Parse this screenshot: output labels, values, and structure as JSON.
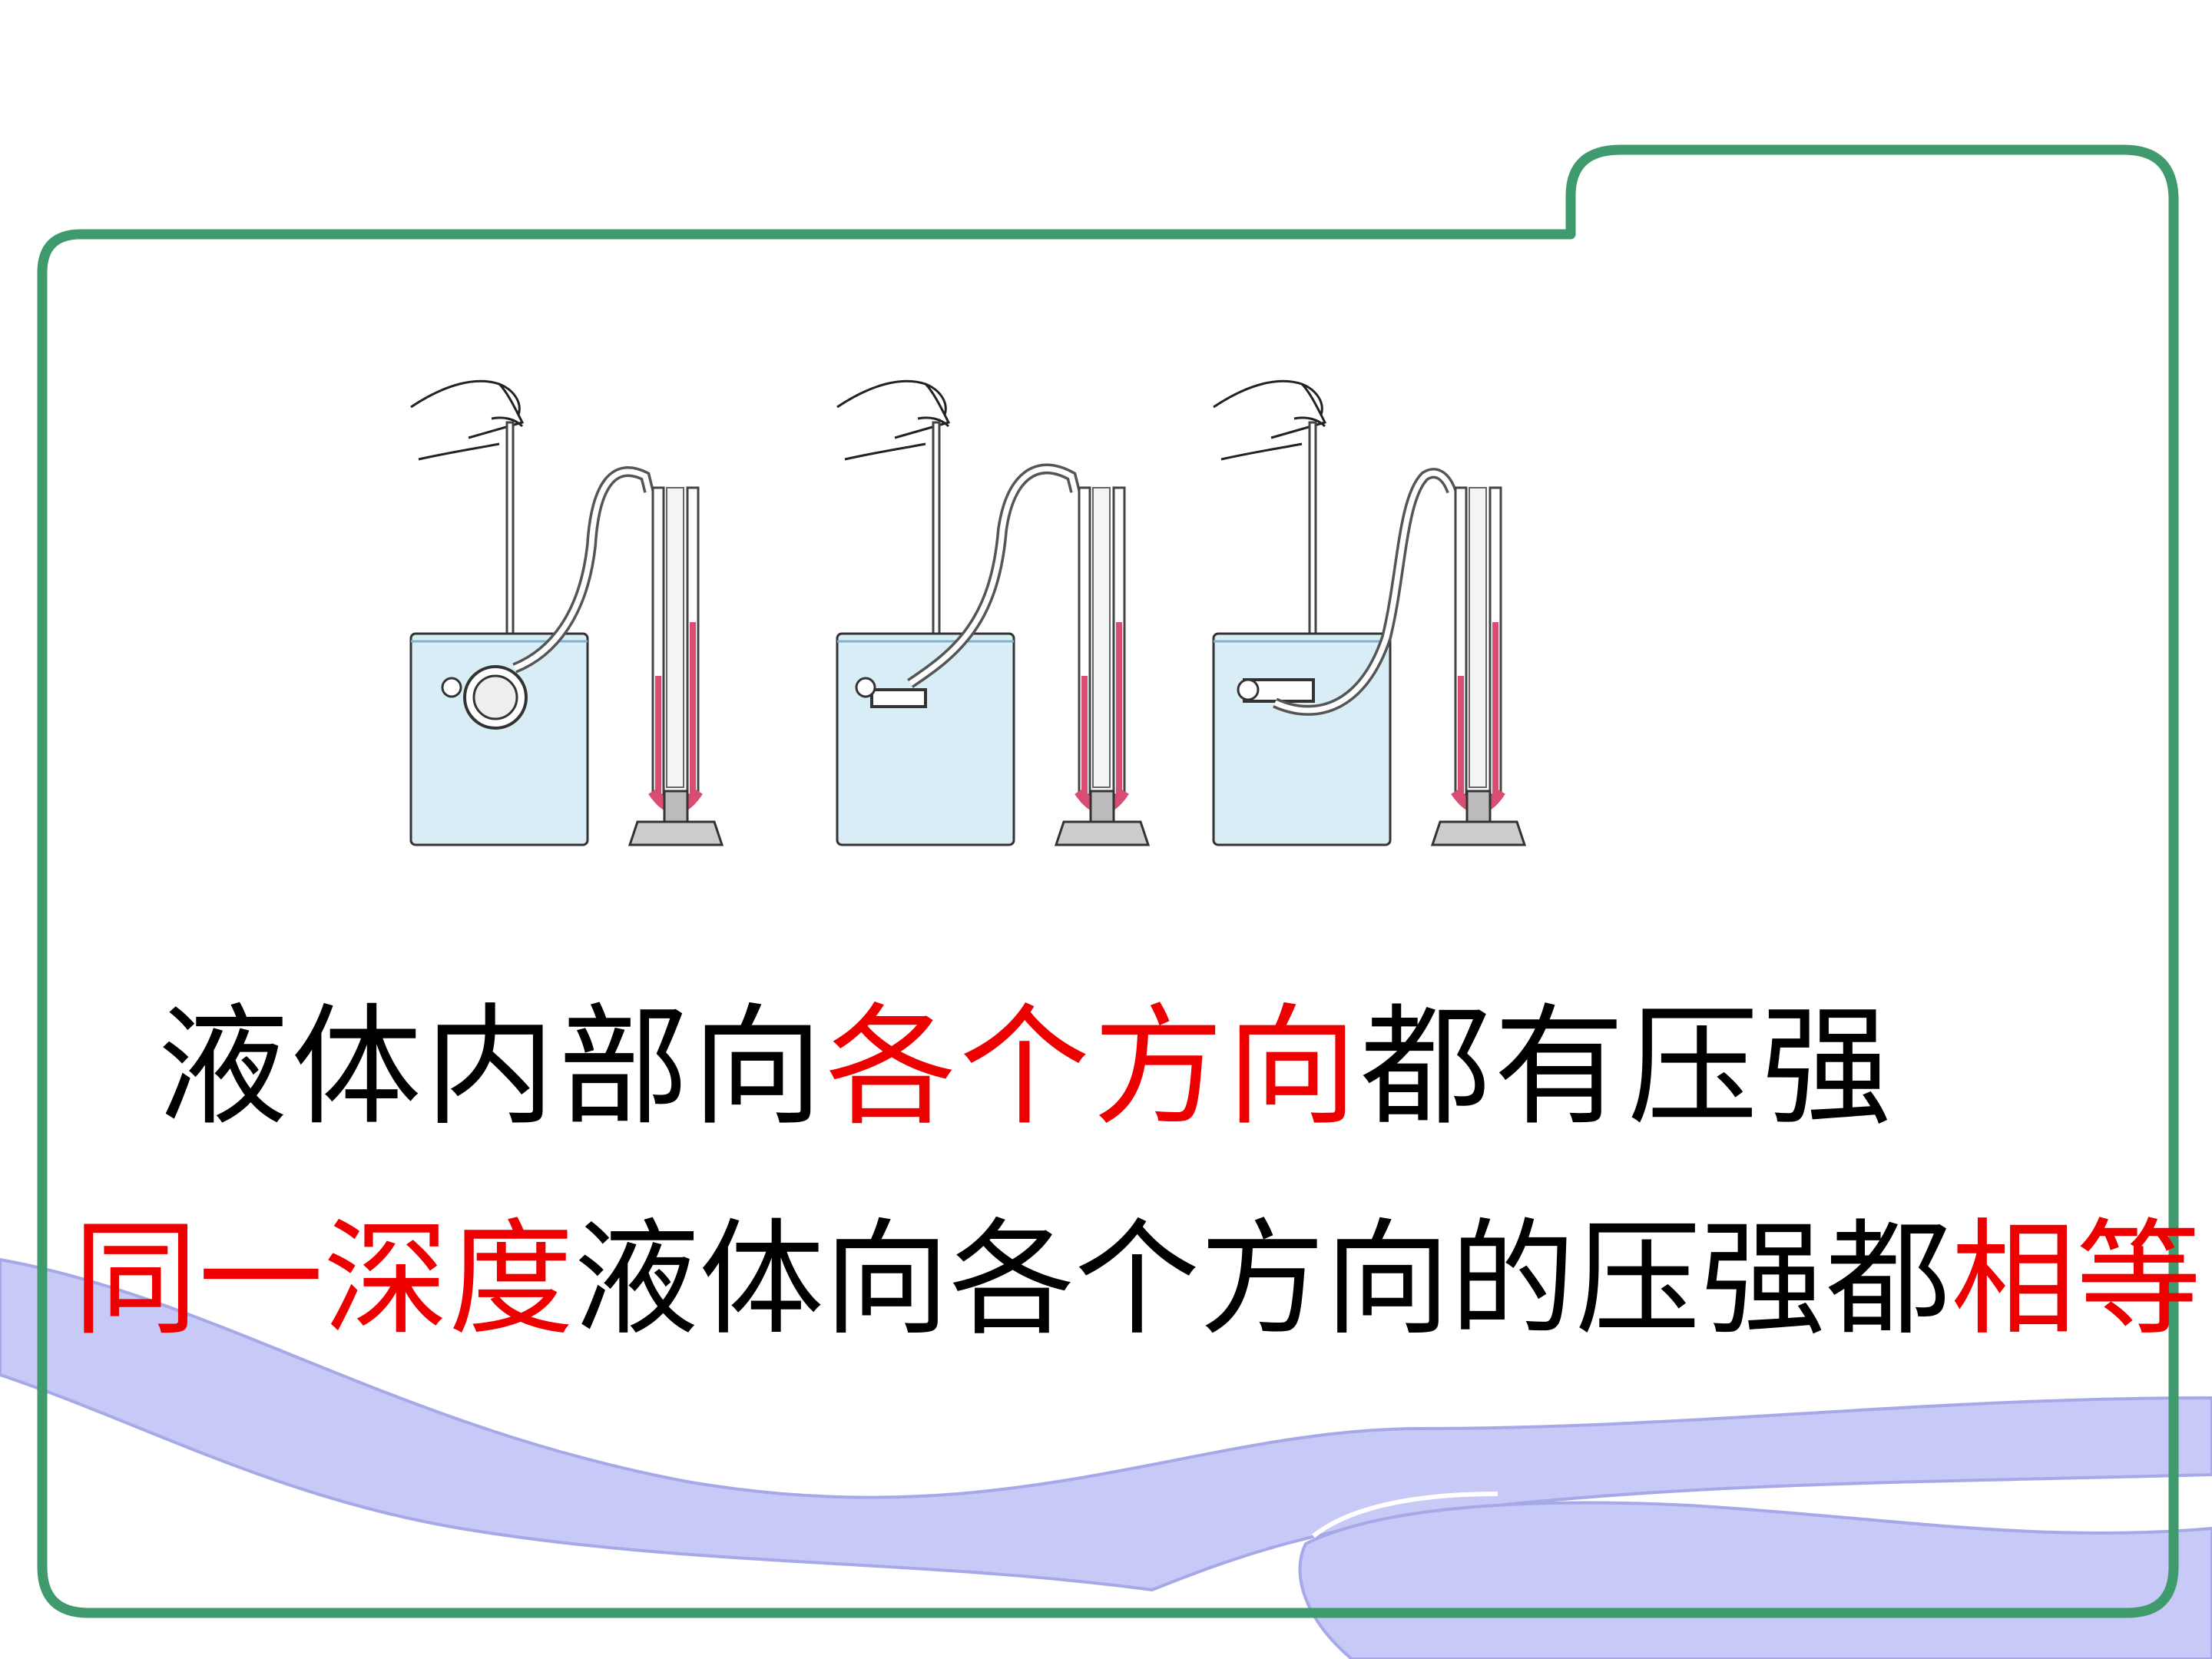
{
  "colors": {
    "frame_green": "#3f9a6e",
    "wave_fill": "#c7c9f7",
    "wave_stroke": "#a6a9e8",
    "text_black": "#000000",
    "text_red": "#ee0000",
    "liquid_water": "#d9edf7",
    "manometer_liquid": "#d94d73"
  },
  "figure": {
    "apparatus_count": 3,
    "manometer_level_fractions": [
      0.55,
      0.55,
      0.55
    ]
  },
  "text": {
    "line1": [
      {
        "text": "液体内部向",
        "color": "black"
      },
      {
        "text": "各个方向",
        "color": "red"
      },
      {
        "text": "都有压强",
        "color": "black"
      }
    ],
    "line2": [
      {
        "text": "同一深度",
        "color": "red"
      },
      {
        "text": "液体向各个方向的压强都",
        "color": "black"
      },
      {
        "text": "相等",
        "color": "red"
      }
    ]
  }
}
